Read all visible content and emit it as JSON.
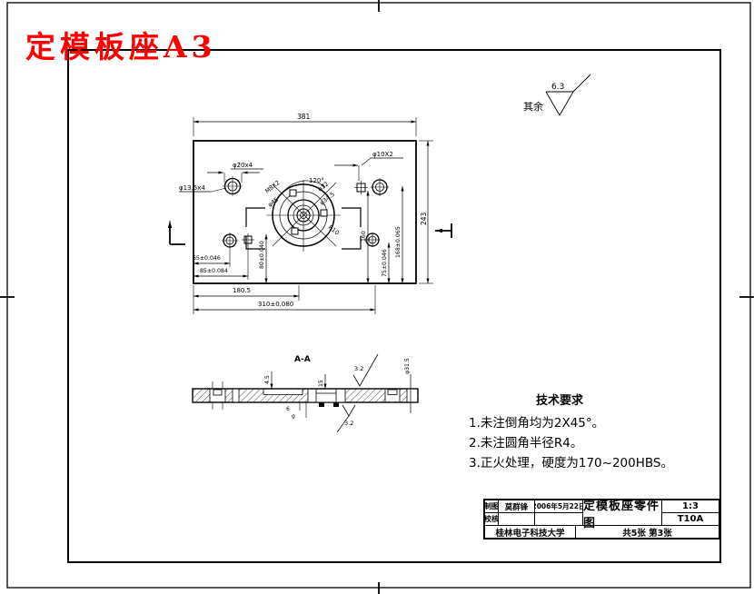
{
  "page": {
    "title": "定模板座A3",
    "title_color": "#ff0000"
  },
  "surface_note": {
    "prefix": "其余",
    "value": "6.3"
  },
  "main_view": {
    "dims": {
      "width_total": "381",
      "height_total": "243",
      "bottom_1": "180.5",
      "bottom_2": "310±0.080",
      "left_1": "65±0.046",
      "left_2": "85±0.084",
      "vert_center": "80±0.040",
      "right_1": "160",
      "right_2": "75±0.046",
      "right_3": "168±0.065",
      "hole_left_top": "φ20x4",
      "hole_left_side": "φ13.5x4",
      "hole_right_top": "φ10X2",
      "angle": "120°",
      "center_1": "M8X2",
      "center_2": "φ45",
      "center_3": "φ12",
      "center_4": "φ34.5",
      "center_5": "R10"
    }
  },
  "section_view": {
    "label": "A-A",
    "dims": {
      "d1": "4.5",
      "d2": "15",
      "d3": "φ31.5",
      "d4": "6",
      "d5": "9"
    },
    "roughness_top": "3.2",
    "roughness_bottom": "3.2"
  },
  "tech_requirements": {
    "title": "技术要求",
    "items": [
      "1.未注倒角均为2X45°。",
      "2.未注圆角半径R4。",
      "3.正火处理，硬度为170~200HBS。"
    ]
  },
  "title_block": {
    "row1_label": "制图",
    "row1_name": "莫群锋",
    "row1_date": "2006年5月22日",
    "row2_label": "校核",
    "row2_name": "",
    "row2_date": "",
    "drawing_title": "定模板座零件图",
    "scale": "1:3",
    "material": "T10A",
    "school": "桂林电子科技大学",
    "sheet": "共5张 第3张"
  }
}
